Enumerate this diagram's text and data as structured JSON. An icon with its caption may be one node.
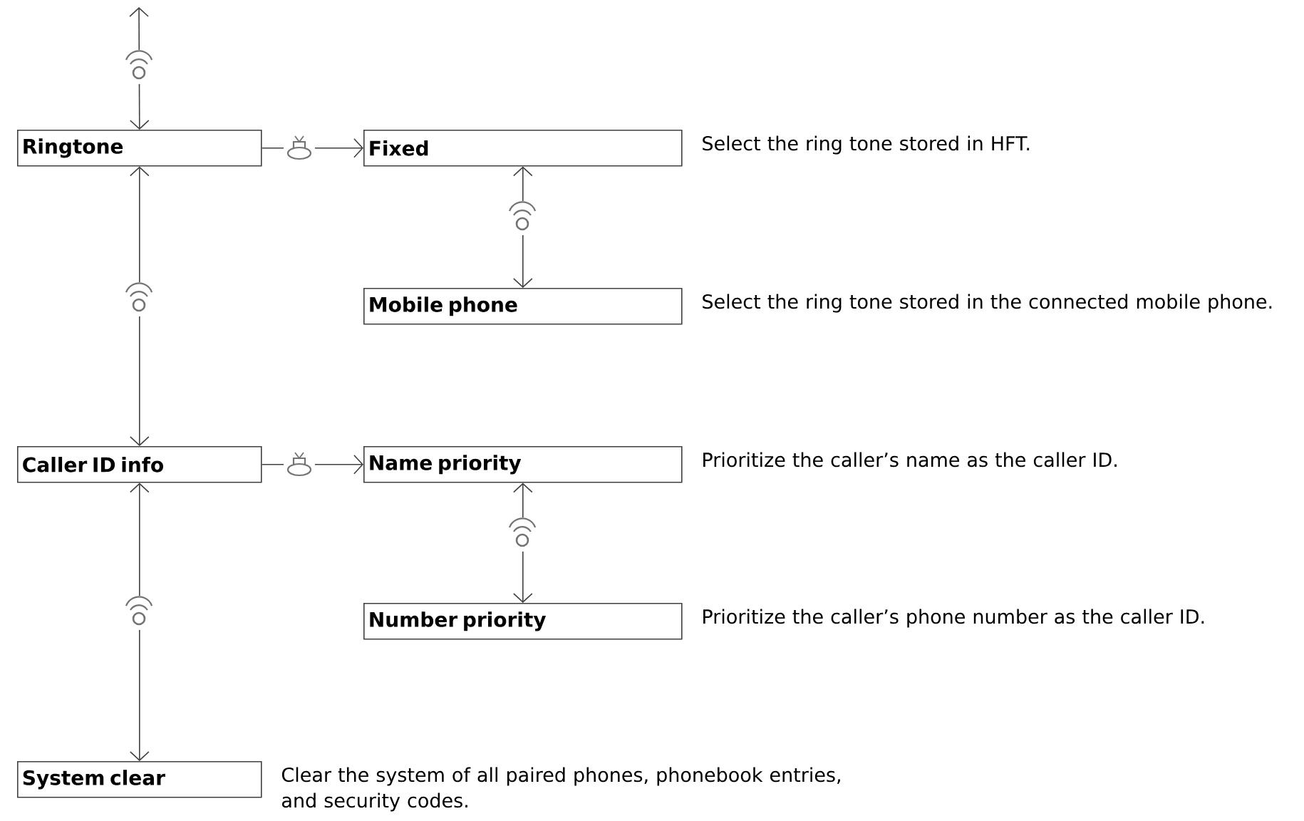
{
  "diagram": {
    "nodes": [
      {
        "text": [
          "Ringtone"
        ]
      },
      {
        "text": [
          "Fixed"
        ],
        "beside": [
          "Select the ring tone stored in HFT."
        ]
      },
      {
        "text": [
          "Mobile phone"
        ],
        "beside": [
          "Select the ring tone stored in the connected mobile phone."
        ]
      },
      {
        "text": [
          "Caller ID info"
        ]
      },
      {
        "text": [
          "Name priority"
        ],
        "beside": [
          "Prioritize the caller’s name as the caller ID."
        ]
      },
      {
        "text": [
          "Number priority"
        ],
        "beside": [
          "Prioritize the caller’s phone number as the caller ID."
        ]
      },
      {
        "text": [
          "System clear"
        ],
        "beside": [
          "Clear the system of all paired phones, phonebook entries, and security codes."
        ]
      }
    ],
    "edges": [
      {
        "from": null,
        "to": 0,
        "arrow": "both"
      },
      {
        "from": 0,
        "to": 1,
        "arrow": "to"
      },
      {
        "from": 1,
        "to": 2,
        "arrow": "both"
      },
      {
        "from": 0,
        "to": 3,
        "arrow": "both"
      },
      {
        "from": 3,
        "to": 4,
        "arrow": "to"
      },
      {
        "from": 4,
        "to": 5,
        "arrow": "both"
      },
      {
        "from": 3,
        "to": 6,
        "arrow": "both"
      }
    ]
  }
}
